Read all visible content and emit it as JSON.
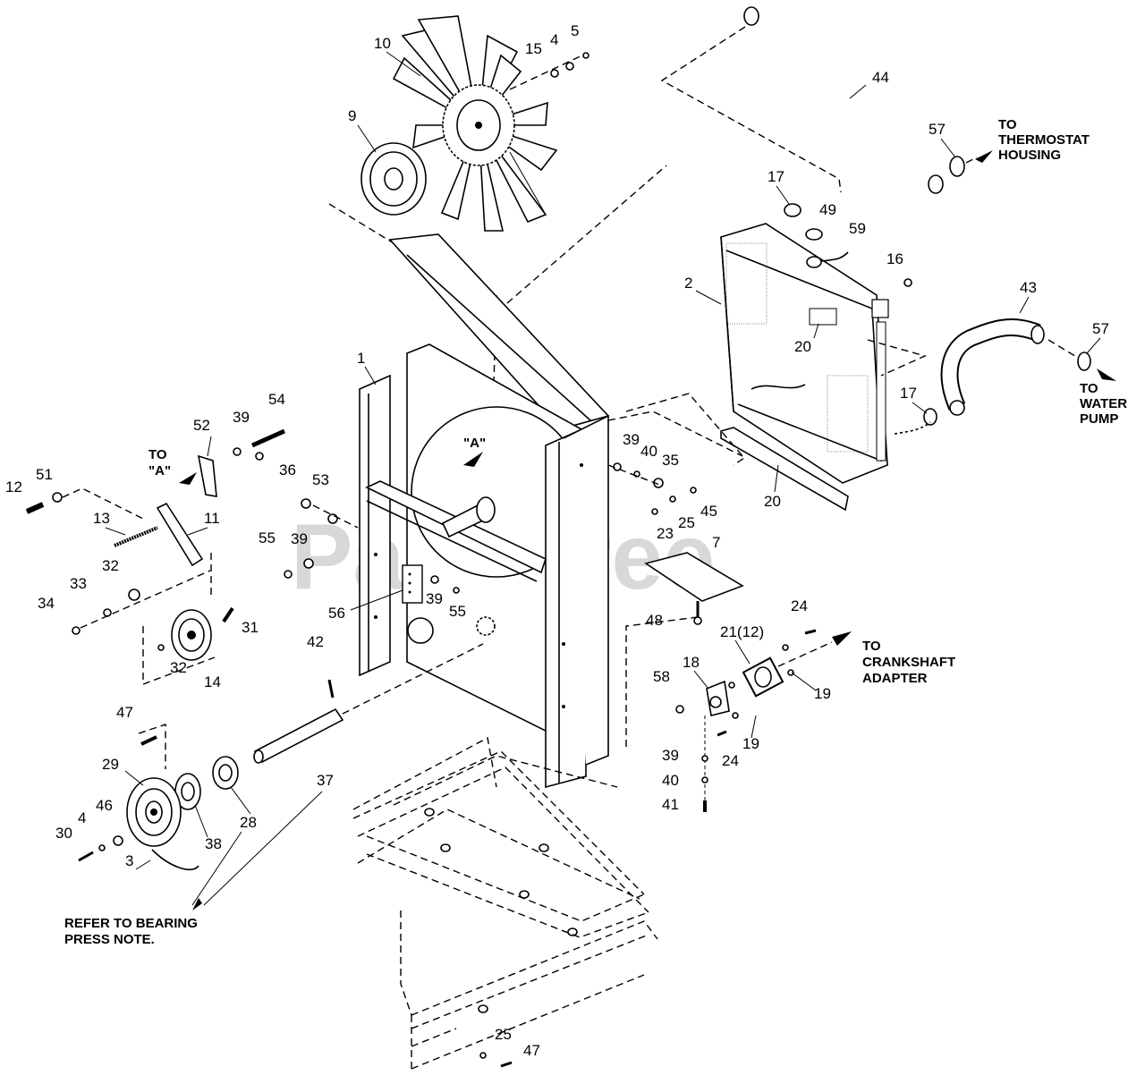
{
  "watermark": "PartsTree",
  "notes": {
    "thermostat": [
      "TO",
      "THERMOSTAT",
      "HOUSING"
    ],
    "water_pump": [
      "TO",
      "WATER",
      "PUMP"
    ],
    "crankshaft": [
      "TO",
      "CRANKSHAFT",
      "ADAPTER"
    ],
    "to_a": [
      "TO",
      "\"A\""
    ],
    "view_a": "\"A\"",
    "bearing": [
      "REFER TO BEARING",
      "PRESS NOTE."
    ]
  },
  "labels": [
    {
      "id": "l10",
      "text": "10"
    },
    {
      "id": "l15",
      "text": "15"
    },
    {
      "id": "l4a",
      "text": "4"
    },
    {
      "id": "l5",
      "text": "5"
    },
    {
      "id": "l9",
      "text": "9"
    },
    {
      "id": "l44",
      "text": "44"
    },
    {
      "id": "l57a",
      "text": "57"
    },
    {
      "id": "l17a",
      "text": "17"
    },
    {
      "id": "l49",
      "text": "49"
    },
    {
      "id": "l59",
      "text": "59"
    },
    {
      "id": "l16",
      "text": "16"
    },
    {
      "id": "l2",
      "text": "2"
    },
    {
      "id": "l43",
      "text": "43"
    },
    {
      "id": "l57b",
      "text": "57"
    },
    {
      "id": "l20a",
      "text": "20"
    },
    {
      "id": "l17b",
      "text": "17"
    },
    {
      "id": "l20b",
      "text": "20"
    },
    {
      "id": "l1",
      "text": "1"
    },
    {
      "id": "l54",
      "text": "54"
    },
    {
      "id": "l52",
      "text": "52"
    },
    {
      "id": "l39a",
      "text": "39"
    },
    {
      "id": "l36",
      "text": "36"
    },
    {
      "id": "l12",
      "text": "12"
    },
    {
      "id": "l51",
      "text": "51"
    },
    {
      "id": "l13",
      "text": "13"
    },
    {
      "id": "l11",
      "text": "11"
    },
    {
      "id": "l53",
      "text": "53"
    },
    {
      "id": "l39b",
      "text": "39"
    },
    {
      "id": "l55a",
      "text": "55"
    },
    {
      "id": "l32a",
      "text": "32"
    },
    {
      "id": "l33",
      "text": "33"
    },
    {
      "id": "l34",
      "text": "34"
    },
    {
      "id": "l39c",
      "text": "39"
    },
    {
      "id": "l40a",
      "text": "40"
    },
    {
      "id": "l35",
      "text": "35"
    },
    {
      "id": "l45",
      "text": "45"
    },
    {
      "id": "l25a",
      "text": "25"
    },
    {
      "id": "l23",
      "text": "23"
    },
    {
      "id": "l7",
      "text": "7"
    },
    {
      "id": "l56",
      "text": "56"
    },
    {
      "id": "l39d",
      "text": "39"
    },
    {
      "id": "l55b",
      "text": "55"
    },
    {
      "id": "l31",
      "text": "31"
    },
    {
      "id": "l32b",
      "text": "32"
    },
    {
      "id": "l14",
      "text": "14"
    },
    {
      "id": "l42",
      "text": "42"
    },
    {
      "id": "l48",
      "text": "48"
    },
    {
      "id": "l24a",
      "text": "24"
    },
    {
      "id": "l21",
      "text": "21(12)"
    },
    {
      "id": "l18",
      "text": "18"
    },
    {
      "id": "l58",
      "text": "58"
    },
    {
      "id": "l19a",
      "text": "19"
    },
    {
      "id": "l19b",
      "text": "19"
    },
    {
      "id": "l24b",
      "text": "24"
    },
    {
      "id": "l39e",
      "text": "39"
    },
    {
      "id": "l40b",
      "text": "40"
    },
    {
      "id": "l41",
      "text": "41"
    },
    {
      "id": "l47a",
      "text": "47"
    },
    {
      "id": "l29",
      "text": "29"
    },
    {
      "id": "l37",
      "text": "37"
    },
    {
      "id": "l28",
      "text": "28"
    },
    {
      "id": "l38",
      "text": "38"
    },
    {
      "id": "l46",
      "text": "46"
    },
    {
      "id": "l4b",
      "text": "4"
    },
    {
      "id": "l30",
      "text": "30"
    },
    {
      "id": "l3",
      "text": "3"
    },
    {
      "id": "l25b",
      "text": "25"
    },
    {
      "id": "l47b",
      "text": "47"
    }
  ]
}
